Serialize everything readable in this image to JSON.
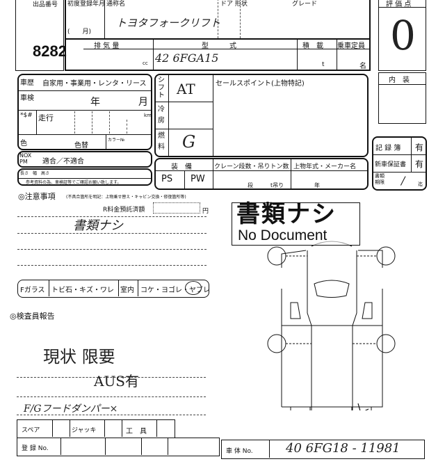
{
  "header": {
    "lot_label": "出品番号",
    "lot_number": "8282",
    "first_reg_label": "初度登録年月",
    "first_reg_month": "(　　月)",
    "model_name_label": "通称名",
    "model_name": "トヨタフォークリフト",
    "door_label": "ドア 形状",
    "grade_label": "グレード",
    "displacement_label": "排 気 量",
    "displacement_unit": "cc",
    "type_label": "型　　　式",
    "type_value": "42 6FGA15",
    "load_label": "積　載",
    "load_unit": "t",
    "capacity_label": "乗車定員",
    "capacity_unit": "名"
  },
  "score": {
    "label": "評 価 点",
    "value": "0",
    "interior_label": "内　装"
  },
  "history": {
    "label": "車歴",
    "options": "自家用・事業用・レンタ・リース",
    "inspection_label": "車検",
    "year": "年",
    "month": "月",
    "mileage_prefix": "*$#",
    "mileage_label": "走行",
    "km": "km",
    "color_label": "色",
    "color_change": "色替",
    "color_no": "カラー№",
    "nox_label": "NOX PM",
    "nox_value": "適合／不適合",
    "dims": "長さ　幅　高さ",
    "note": "参考資料の為、車検証等でご確認お願い致します。"
  },
  "specs": {
    "shift_label": "シフト",
    "shift": "AT",
    "ac_label": "冷房",
    "fuel_label": "燃料",
    "fuel": "G",
    "sales_point_label": "セールスポイント(上物特記)",
    "equipment_label": "装　備",
    "equipment": [
      "PS",
      "PW"
    ],
    "crane_label": "クレーン段数・吊りトン数",
    "crane_units": [
      "段",
      "t吊り"
    ],
    "body_label": "上物年式・メーカー名",
    "body_unit": "年"
  },
  "records": {
    "record_book_label": "記 録 簿",
    "record_book": "有",
    "warranty_label": "新車保証書",
    "warranty": "有",
    "docs_deadline_label": "書類期限",
    "docs_deadline": "/",
    "docs_suffix": "迄"
  },
  "notes": {
    "title": "◎注意事項",
    "subtitle": "(不具合箇所を明記：上物乗せ替え・キャビン交換・修復箇所等)",
    "recycle_label": "R料金預託済額",
    "yen": "円",
    "handwritten": "書類ナシ",
    "glass_items": [
      "Fガラス",
      "トビ石・キズ・ワレ",
      "室内",
      "コケ・ヨゴレ・ヤブレ"
    ]
  },
  "inspector": {
    "title": "◎検査員報告",
    "lines": [
      "現状 限要",
      "AUS有",
      "F/Gフードダンパー×"
    ]
  },
  "stamp": {
    "jp": "書類ナシ",
    "en": "No Document"
  },
  "accessories": {
    "spare": "スペア",
    "jack": "ジャッキ",
    "tools": "工　具",
    "reg_no_label": "登 録 No.",
    "chassis_label": "車 体 No.",
    "chassis_no": "40 6FG18 - 11981"
  }
}
